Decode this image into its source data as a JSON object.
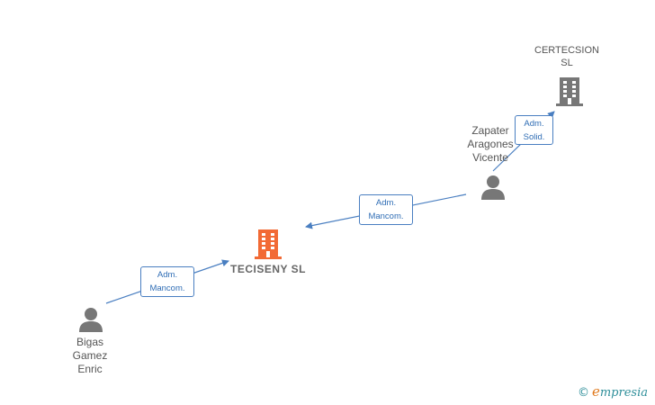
{
  "nodes": {
    "main_company": {
      "label": "TECISENY  SL",
      "icon": "building-icon",
      "color": "#f26a35"
    },
    "parent_company": {
      "label": "CERTECSION\nSL",
      "icon": "building-icon",
      "color": "#777777"
    },
    "person_1": {
      "label": "Zapater\nAragones\nVicente",
      "icon": "person-icon"
    },
    "person_2": {
      "label": "Bigas\nGamez\nEnric",
      "icon": "person-icon"
    }
  },
  "edges": {
    "e1": {
      "line1": "Adm.",
      "line2": "Solid."
    },
    "e2": {
      "line1": "Adm.",
      "line2": "Mancom."
    },
    "e3": {
      "line1": "Adm.",
      "line2": "Mancom."
    }
  },
  "colors": {
    "edge": "#4a7fc1",
    "person": "#777777"
  },
  "watermark": {
    "copyright": "©",
    "brand_initial": "e",
    "brand_rest": "mpresia"
  }
}
